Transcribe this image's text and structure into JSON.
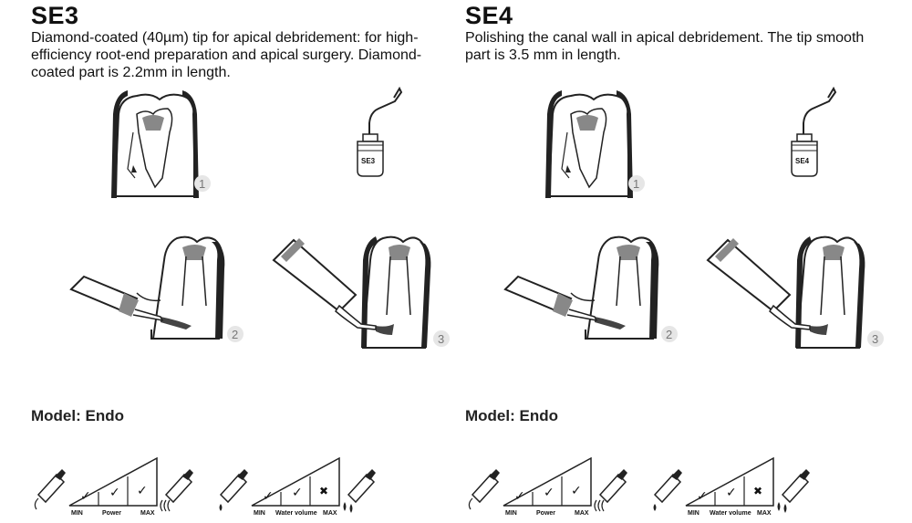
{
  "sections": [
    {
      "title": "SE3",
      "description": "Diamond-coated (40µm) tip for apical debridement: for high-efficiency root-end preparation and apical surgery. Diamond-coated part is 2.2mm in length.",
      "tip_label": "SE3",
      "steps": [
        "1",
        "2",
        "3"
      ],
      "model": "Model: Endo",
      "power": {
        "min_label": "MIN",
        "label": "Power",
        "max_label": "MAX",
        "checks": [
          "✓",
          "✓",
          "✓"
        ]
      },
      "water": {
        "min_label": "MIN",
        "label": "Water volume",
        "max_label": "MAX",
        "checks": [
          "✓",
          "✓",
          "✖"
        ]
      }
    },
    {
      "title": "SE4",
      "description": "Polishing the canal wall in apical debridement. The tip smooth part is 3.5 mm in length.",
      "tip_label": "SE4",
      "steps": [
        "1",
        "2",
        "3"
      ],
      "model": "Model: Endo",
      "power": {
        "min_label": "MIN",
        "label": "Power",
        "max_label": "MAX",
        "checks": [
          "✓",
          "✓",
          "✓"
        ]
      },
      "water": {
        "min_label": "MIN",
        "label": "Water volume",
        "max_label": "MAX",
        "checks": [
          "✓",
          "✓",
          "✖"
        ]
      }
    }
  ],
  "colors": {
    "text": "#111111",
    "line": "#222222",
    "accent_band": "#8a8a8a",
    "step_circle": "#e6e6e6"
  }
}
